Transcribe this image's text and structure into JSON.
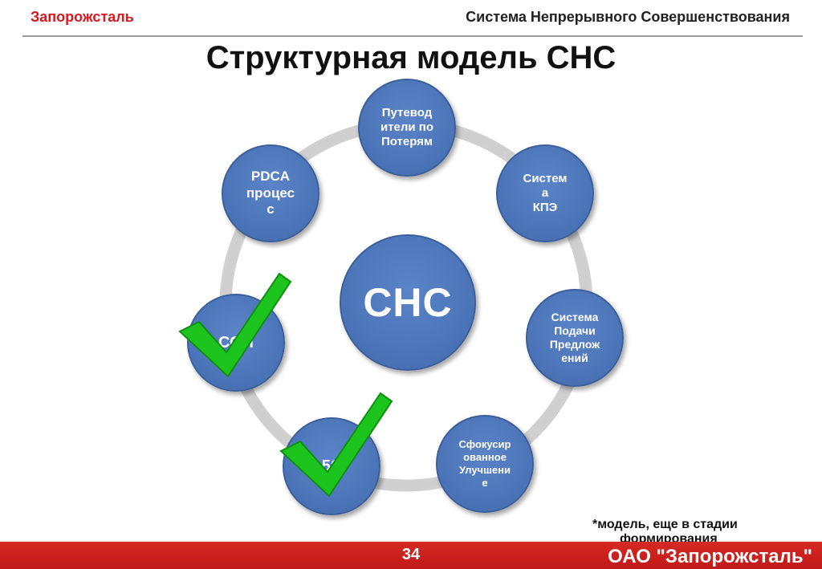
{
  "header": {
    "company": "Запорожсталь",
    "system": "Система Непрерывного Совершенствования"
  },
  "title": "Структурная модель СНС",
  "diagram": {
    "center": "СНС",
    "nodes": [
      {
        "id": "loss-guides",
        "text": "Путевод\nители по\nПотерям",
        "checked": false
      },
      {
        "id": "kpi-system",
        "text": "Систем\nа\nКПЭ",
        "checked": false
      },
      {
        "id": "suggestion-system",
        "text": "Система\nПодачи\nПредлож\nений",
        "checked": false
      },
      {
        "id": "focused-improvement",
        "text": "Сфокусир\nованное\nУлучшени\nе",
        "checked": false
      },
      {
        "id": "5s",
        "text": "5S",
        "checked": true
      },
      {
        "id": "sop",
        "text": "СОП",
        "checked": true
      },
      {
        "id": "pdca",
        "text": "PDCA\nпроцес\nс",
        "checked": false
      }
    ],
    "colors": {
      "node": "#4a73b7",
      "ring": "#bcbcbc",
      "check": "#1ec41e"
    }
  },
  "note": {
    "line1": "*модель, еще в стадии",
    "line2": "формирования"
  },
  "footer": {
    "page_number": "34",
    "company": "ОАО \"Запорожсталь\""
  }
}
